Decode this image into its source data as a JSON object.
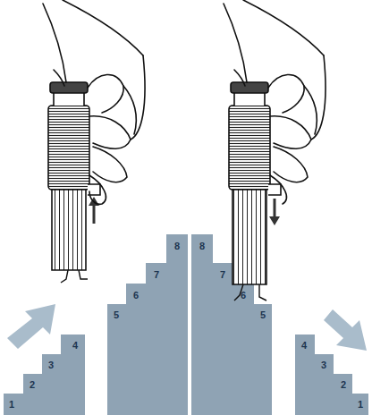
{
  "diagram": {
    "labels": [
      "1",
      "2",
      "3",
      "4",
      "5",
      "6",
      "7",
      "8",
      "8",
      "7",
      "6",
      "5",
      "4",
      "3",
      "2",
      "1"
    ]
  }
}
